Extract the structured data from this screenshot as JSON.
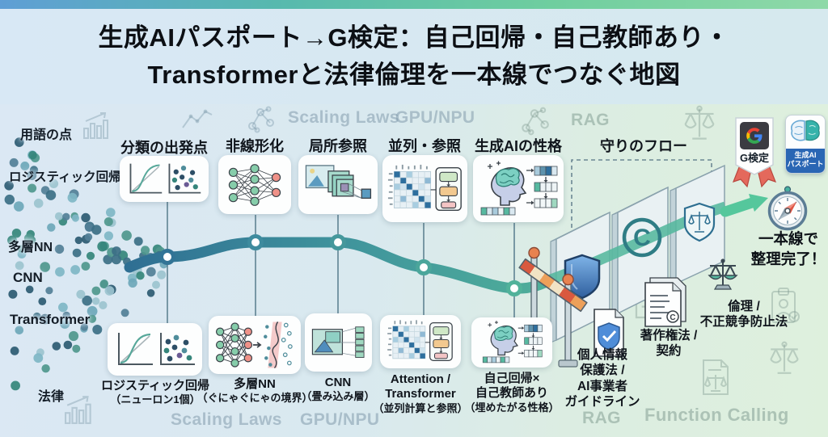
{
  "title": {
    "line1": "生成AIパスポート→G検定：自己回帰・自己教師あり・",
    "line2": "Transformerと法律倫理を一本線でつなぐ地図"
  },
  "left_labels": {
    "terms": "用語の点",
    "logistic": "ロジスティック回帰",
    "mlp": "多層NN",
    "cnn": "CNN",
    "transformer": "Transformer",
    "law": "法律"
  },
  "top_cards": [
    {
      "label": "分類の出発点",
      "icon": "sigmoid-scatter-icon"
    },
    {
      "label": "非線形化",
      "icon": "neural-network-icon"
    },
    {
      "label": "局所参照",
      "icon": "image-convolution-icon"
    },
    {
      "label": "並列・参照",
      "icon": "attention-matrix-icon"
    },
    {
      "label": "生成AIの性格",
      "icon": "brain-sequence-icon"
    }
  ],
  "bottom_cards": [
    {
      "title": "ロジスティック回帰",
      "subtitle": "（ニューロン1個）"
    },
    {
      "title": "多層NN",
      "subtitle": "（ぐにゃぐにゃの境界）"
    },
    {
      "title": "CNN",
      "subtitle": "（畳み込み層）"
    },
    {
      "title": "Attention /",
      "title2": "Transformer",
      "subtitle": "（並列計算と参照）"
    },
    {
      "title": "自己回帰×",
      "title2": "自己教師あり",
      "subtitle": "（埋めたがる性格）"
    }
  ],
  "guard_flow": {
    "label": "守りのフロー",
    "laws": [
      {
        "line1": "個人情報",
        "line2": "保護法 /",
        "line3": "AI事業者",
        "line4": "ガイドライン"
      },
      {
        "line1": "著作権法 /",
        "line2": "契約"
      },
      {
        "line1": "倫理 /",
        "line2": "不正競争防止法"
      }
    ]
  },
  "badges": {
    "g_kentei": {
      "label": "G検定"
    },
    "passport": {
      "line1": "生成AI",
      "line2": "パスポート"
    }
  },
  "goal": {
    "line1": "一本線で",
    "line2": "整理完了！"
  },
  "icons": {
    "copyright": "C"
  },
  "watermarks": {
    "top_scaling_laws": "Scaling Laws",
    "top_gpu_npu": "GPU/NPU",
    "top_rag": "RAG",
    "bottom_scaling_laws": "Scaling Laws",
    "bottom_gpu_npu": "GPU/NPU",
    "bottom_rag": "RAG",
    "bottom_function_calling": "Function Calling"
  },
  "colors": {
    "path_start": "#2f6f93",
    "path_end": "#59c19c",
    "accent_green": "#55c79c",
    "card_bg": "#fdfefe",
    "badge_blue": "#2a66b4",
    "barrier_orange": "#eda05a",
    "barrier_red": "#d9593f"
  }
}
